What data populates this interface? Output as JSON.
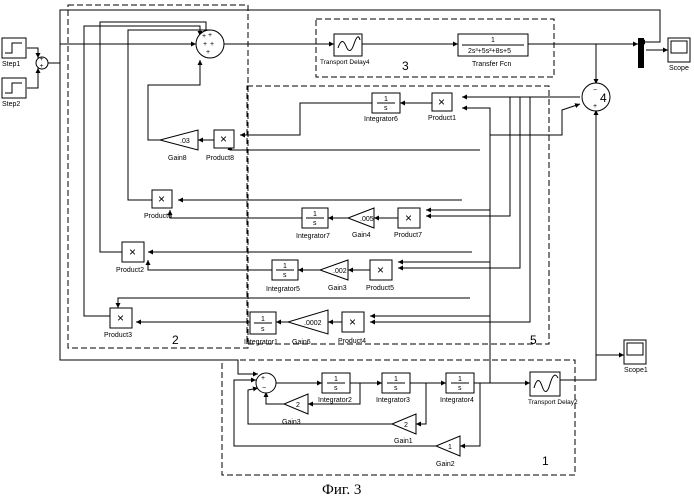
{
  "caption": "Фиг. 3",
  "regions": [
    "1",
    "2",
    "3",
    "4",
    "5"
  ],
  "blocks": {
    "step1": "Step1",
    "step2": "Step2",
    "scope": "Scope",
    "scope1": "Scope1",
    "transport_delay4": "Transport Delay4",
    "transport_delay2": "Transport Delay2",
    "transfer_fcn": "Transfer Fcn",
    "integrator": [
      "Integrator1",
      "Integrator2",
      "Integrator3",
      "Integrator4",
      "Integrator5",
      "Integrator6",
      "Integrator7"
    ],
    "product": [
      "Product1",
      "Product2",
      "Product3",
      "Product4",
      "Product5",
      "Product6",
      "Product7",
      "Product8"
    ],
    "gain": [
      "Gain1",
      "Gain2",
      "Gain3",
      "Gain4",
      "Gain5",
      "Gain6",
      "Gain8"
    ]
  },
  "gain_values": {
    "gain8": ".03",
    "gain5": ".005",
    "gain4": ".002",
    "gain6": ".0002",
    "gain1": "2",
    "gain2": "1",
    "gain3": "2"
  },
  "symbols": {
    "integrator_num": "1",
    "integrator_den": "s",
    "multiply": "×",
    "tf_num": "1",
    "tf_den": "2s³+5s²+8s+5",
    "plus": "+",
    "minus": "−"
  }
}
